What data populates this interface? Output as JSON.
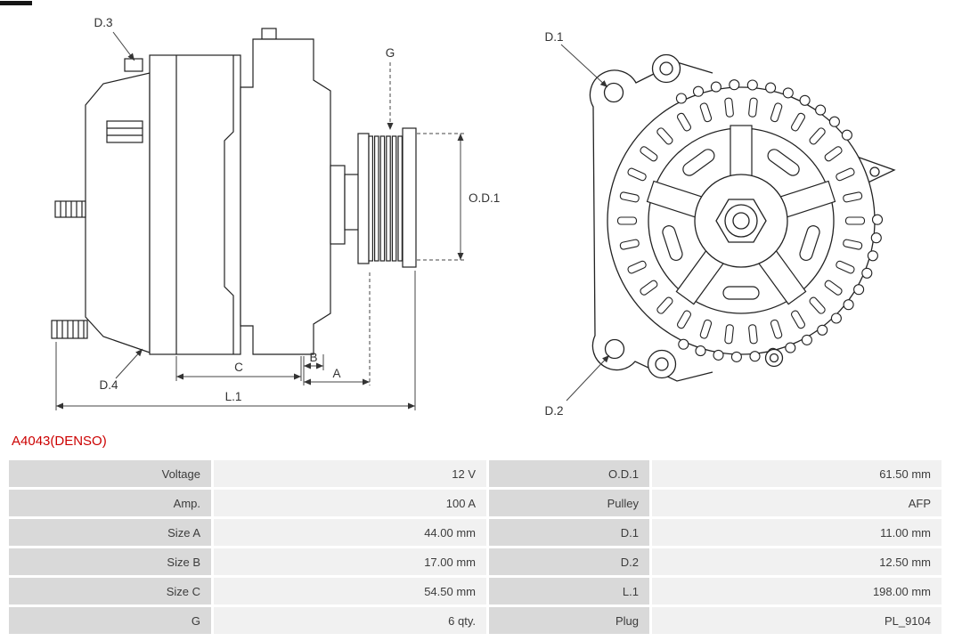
{
  "part": {
    "number": "A4043(DENSO)"
  },
  "colors": {
    "part_number": "#cc0000",
    "label_cell_bg": "#d9d9d9",
    "value_cell_bg": "#f1f1f1",
    "line": "#222222"
  },
  "diagram": {
    "side_view": {
      "d3": "D.3",
      "g": "G",
      "od1": "O.D.1",
      "d4": "D.4",
      "c": "C",
      "b": "B",
      "a": "A",
      "l1": "L.1"
    },
    "front_view": {
      "d1": "D.1",
      "d2": "D.2"
    }
  },
  "table": {
    "rows": [
      {
        "label_l": "Voltage",
        "value_l": "12 V",
        "label_r": "O.D.1",
        "value_r": "61.50 mm"
      },
      {
        "label_l": "Amp.",
        "value_l": "100 A",
        "label_r": "Pulley",
        "value_r": "AFP"
      },
      {
        "label_l": "Size A",
        "value_l": "44.00 mm",
        "label_r": "D.1",
        "value_r": "11.00 mm"
      },
      {
        "label_l": "Size B",
        "value_l": "17.00 mm",
        "label_r": "D.2",
        "value_r": "12.50 mm"
      },
      {
        "label_l": "Size C",
        "value_l": "54.50 mm",
        "label_r": "L.1",
        "value_r": "198.00 mm"
      },
      {
        "label_l": "G",
        "value_l": "6 qty.",
        "label_r": "Plug",
        "value_r": "PL_9104"
      }
    ]
  }
}
